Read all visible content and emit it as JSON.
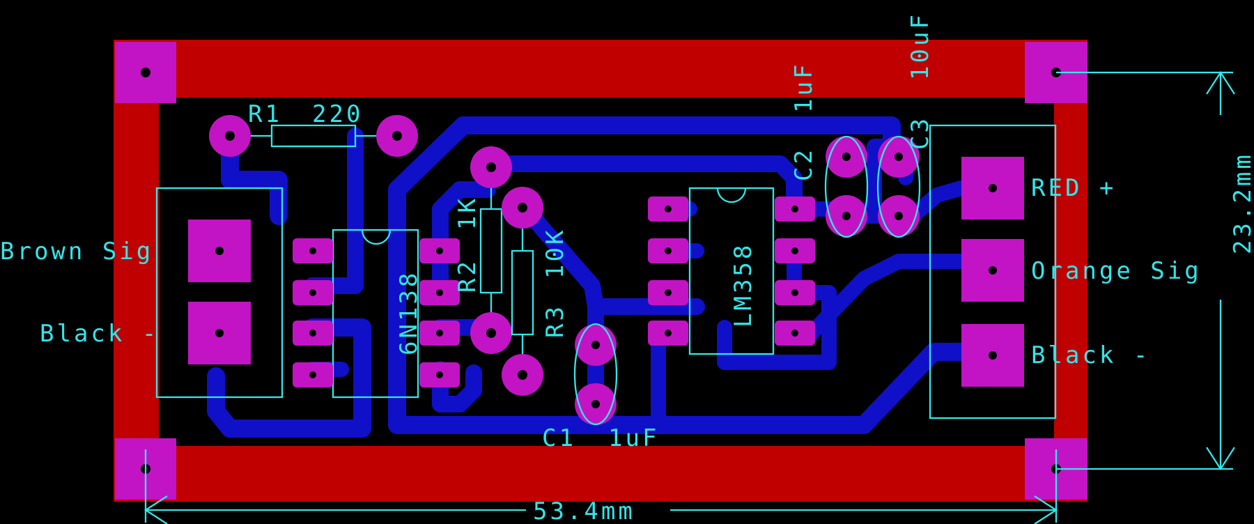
{
  "board": {
    "width_dimension": "53.4mm",
    "height_dimension": "23.2mm",
    "colors": {
      "background": "#000000",
      "copper_top": "#c00000",
      "copper_bottom": "#1010c8",
      "pads": "#c214c4",
      "silkscreen": "#33e6ea"
    }
  },
  "connectors": {
    "left": {
      "pin1": "Brown Sig",
      "pin2": "Black -"
    },
    "right": {
      "pin1": "RED +",
      "pin2": "Orange Sig",
      "pin3": "Black -"
    }
  },
  "components": {
    "r1": {
      "ref": "R1",
      "value": "220"
    },
    "r2": {
      "ref": "R2",
      "value": "1K"
    },
    "r3": {
      "ref": "R3",
      "value": "10K"
    },
    "c1": {
      "ref": "C1",
      "value": "1uF"
    },
    "c2": {
      "ref": "C2",
      "value": "1uF"
    },
    "c3": {
      "ref": "C3",
      "value": "10uF"
    },
    "u1": {
      "ref": "6N138"
    },
    "u2": {
      "ref": "LM358"
    }
  }
}
